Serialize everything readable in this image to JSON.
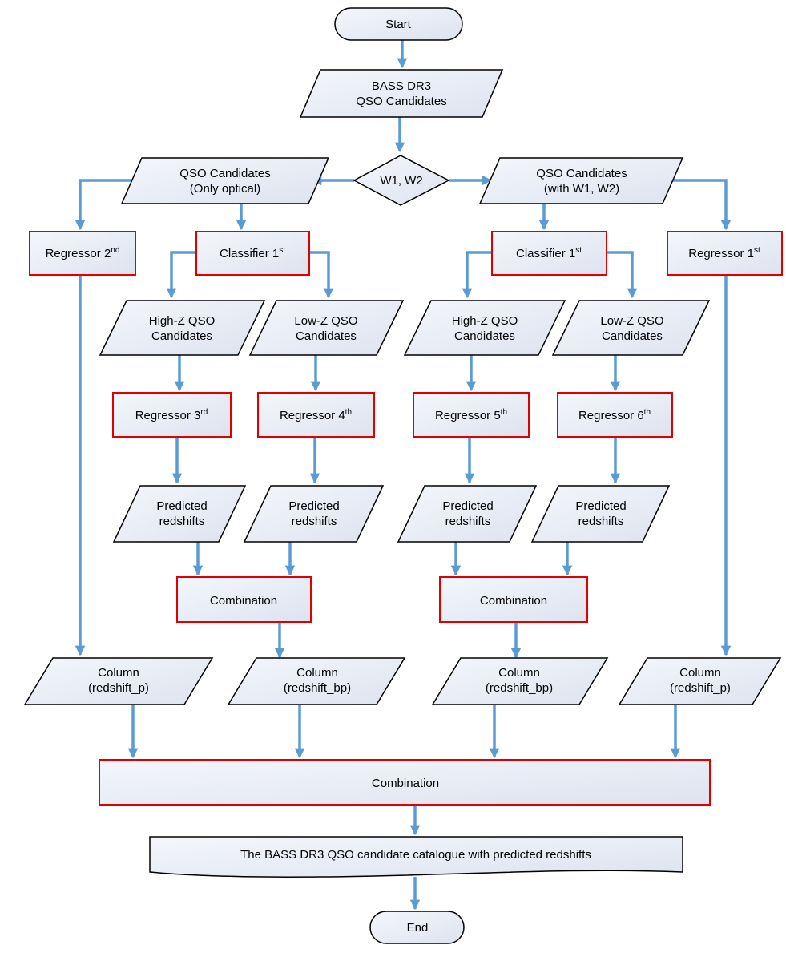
{
  "colors": {
    "arrow": "#5b9bd5",
    "box_stroke": "#e00000",
    "shape_stroke": "#000000",
    "fill_light": "#f4f6fb",
    "fill_dark": "#dde3ef"
  },
  "nodes": {
    "start": "Start",
    "input": {
      "line1": "BASS DR3",
      "line2": "QSO Candidates"
    },
    "decision": "W1, W2",
    "left_candidates": {
      "line1": "QSO Candidates",
      "line2": "(Only optical)"
    },
    "right_candidates": {
      "line1": "QSO Candidates",
      "line2": "(with W1, W2)"
    },
    "regressor_2": {
      "label": "Regressor 2",
      "sup": "nd"
    },
    "classifier_left": {
      "label": "Classifier 1",
      "sup": "st"
    },
    "classifier_right": {
      "label": "Classifier 1",
      "sup": "st"
    },
    "regressor_1": {
      "label": "Regressor 1",
      "sup": "st"
    },
    "highz_left": {
      "line1": "High-Z QSO",
      "line2": "Candidates"
    },
    "lowz_left": {
      "line1": "Low-Z QSO",
      "line2": "Candidates"
    },
    "highz_right": {
      "line1": "High-Z QSO",
      "line2": "Candidates"
    },
    "lowz_right": {
      "line1": "Low-Z QSO",
      "line2": "Candidates"
    },
    "regressor_3": {
      "label": "Regressor 3",
      "sup": "rd"
    },
    "regressor_4": {
      "label": "Regressor 4",
      "sup": "th"
    },
    "regressor_5": {
      "label": "Regressor 5",
      "sup": "th"
    },
    "regressor_6": {
      "label": "Regressor 6",
      "sup": "th"
    },
    "predicted_1": {
      "line1": "Predicted",
      "line2": "redshifts"
    },
    "predicted_2": {
      "line1": "Predicted",
      "line2": "redshifts"
    },
    "predicted_3": {
      "line1": "Predicted",
      "line2": "redshifts"
    },
    "predicted_4": {
      "line1": "Predicted",
      "line2": "redshifts"
    },
    "combination_left": "Combination",
    "combination_right": "Combination",
    "column_1": {
      "line1": "Column",
      "line2": "(redshift_p)"
    },
    "column_2": {
      "line1": "Column",
      "line2": "(redshift_bp)"
    },
    "column_3": {
      "line1": "Column",
      "line2": "(redshift_bp)"
    },
    "column_4": {
      "line1": "Column",
      "line2": "(redshift_p)"
    },
    "combination_final": "Combination",
    "catalogue": "The BASS DR3 QSO candidate catalogue with predicted redshifts",
    "end": "End"
  }
}
